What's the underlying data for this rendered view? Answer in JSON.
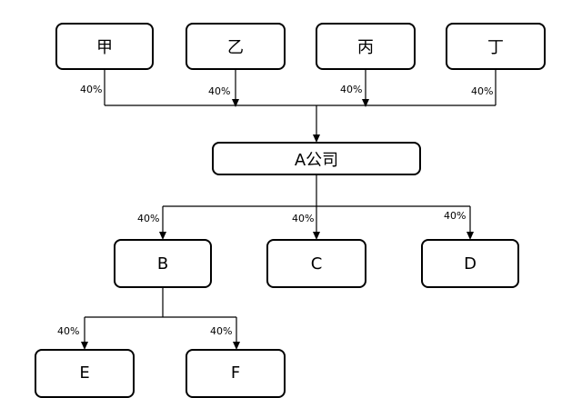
{
  "shareholders": [
    "甲",
    "乙",
    "丙",
    "丁"
  ],
  "company_a": "A公司",
  "subsidiaries": [
    "B",
    "C",
    "D"
  ],
  "sub_subsidiaries": [
    "E",
    "F"
  ],
  "ownership": {
    "jia": "40%",
    "yi": "40%",
    "bing": "40%",
    "ding": "40%",
    "a_to_b": "40%",
    "a_to_c": "40%",
    "a_to_d": "40%",
    "b_to_e": "40%",
    "b_to_f": "40%"
  },
  "colors": {
    "line": "#000000",
    "box_border": "#000000",
    "background": "#ffffff"
  }
}
